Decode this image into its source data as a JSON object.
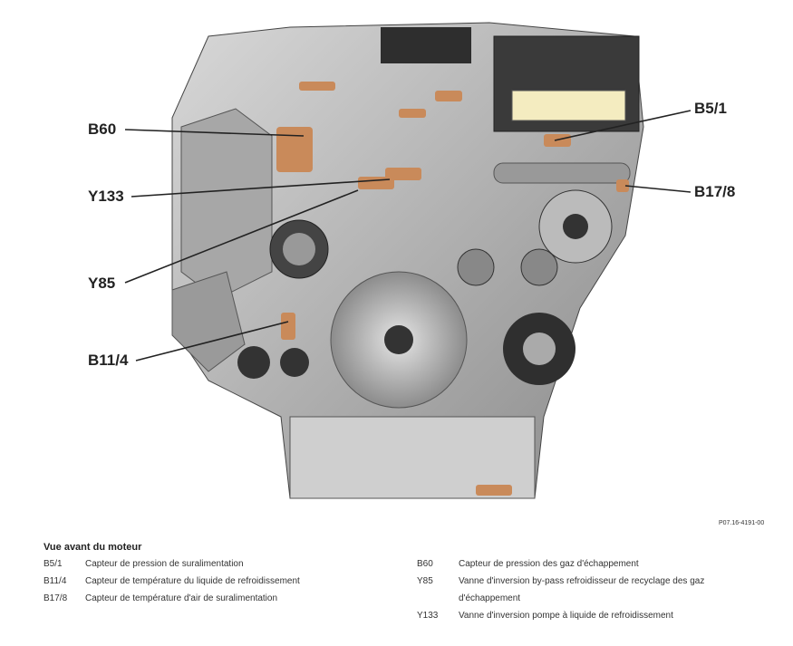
{
  "callouts": {
    "b60": "B60",
    "y133": "Y133",
    "y85": "Y85",
    "b11_4": "B11/4",
    "b5_1": "B5/1",
    "b17_8": "B17/8"
  },
  "reference": "P07.16-4191-00",
  "legend": {
    "title": "Vue avant du moteur",
    "left": [
      {
        "code": "B5/1",
        "text": "Capteur de pression de suralimentation"
      },
      {
        "code": "B11/4",
        "text": "Capteur de température du liquide de refroidissement"
      },
      {
        "code": "B17/8",
        "text": "Capteur de température d'air de suralimentation"
      }
    ],
    "right": [
      {
        "code": "B60",
        "text": "Capteur de pression des gaz d'échappement"
      },
      {
        "code": "Y85",
        "text": "Vanne d'inversion by-pass refroidisseur de recyclage des gaz"
      },
      {
        "code": "",
        "text": "d'échappement"
      },
      {
        "code": "Y133",
        "text": "Vanne d'inversion pompe à liquide de refroidissement"
      }
    ]
  },
  "colors": {
    "metal": "#b8b8b8",
    "dark": "#3a3a3a",
    "copper": "#c98a5a"
  }
}
